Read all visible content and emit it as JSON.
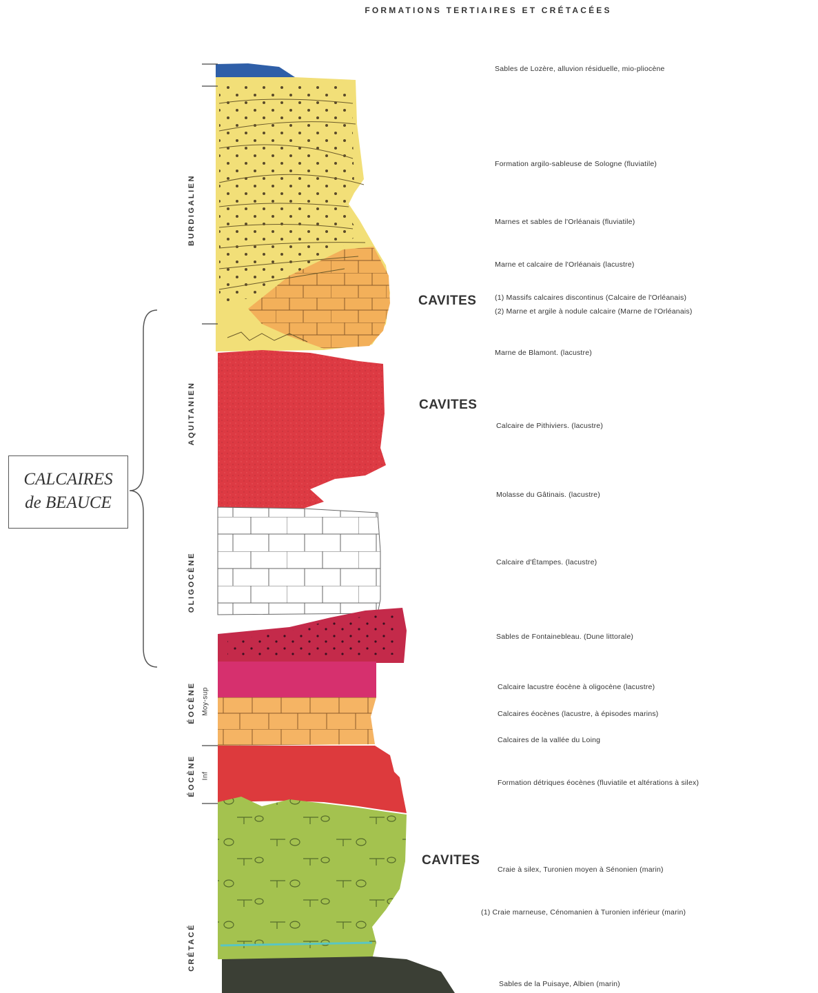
{
  "title": "FORMATIONS TERTIAIRES ET CRÉTACÉES",
  "bracket_label": {
    "line1": "CALCAIRES",
    "line2": "de BEAUCE"
  },
  "stages": {
    "burdigalien": "BURDIGALIEN",
    "aquitanien": "AQUITANIEN",
    "oligocene": "OLIGOCÈNE",
    "eocene_sup": "ÉOCÈNE",
    "eocene_sup_sub": "Moy-sup",
    "eocene_inf": "ÉOCÈNE",
    "eocene_inf_sub": "Inf",
    "cretace": "CRÉTACÉ"
  },
  "cavites": [
    "CAVITES",
    "CAVITES",
    "CAVITES"
  ],
  "labels": {
    "lozere": "Sables de Lozère, alluvion résiduelle, mio-pliocène",
    "sologne": "Formation argilo-sableuse de Sologne (fluviatile)",
    "marnes_sables_orleanais": "Marnes et sables de l'Orléanais (fluviatile)",
    "marne_calcaire_orleanais": "Marne et calcaire de l'Orléanais (lacustre)",
    "massifs": "(1)   Massifs calcaires discontinus (Calcaire de l'Orléanais)",
    "marne_argile": "(2)   Marne et argile à nodule calcaire (Marne de l'Orléanais)",
    "blamont": "Marne de Blamont. (lacustre)",
    "pithiviers": "Calcaire de Pithiviers. (lacustre)",
    "gatinais": "Molasse du Gâtinais. (lacustre)",
    "etampes": "Calcaire d'Étampes. (lacustre)",
    "fontainebleau": "Sables de Fontainebleau. (Dune littorale)",
    "lacustre_eocene": "Calcaire lacustre éocène à oligocène (lacustre)",
    "calcaires_eocenes": "Calcaires éocènes (lacustre, à épisodes marins)",
    "loing": "Calcaires de la vallée du Loing",
    "detritique": "Formation détriques éocènes (fluviatile et altérations à silex)",
    "craie_silex": "Craie à silex, Turonien moyen à Sénonien (marin)",
    "craie_marneuse": "(1) Craie marneuse, Cénomanien à Turonien inférieur (marin)",
    "puisaye": "Sables de la Puisaye, Albien (marin)"
  },
  "colors": {
    "lozere_blue": "#2f5fa8",
    "yellow_sands": "#f2df78",
    "orange_limestone": "#f3b05a",
    "red_pithiviers": "#dd3a43",
    "white_etampes": "#ffffff",
    "crimson_fontainebleau": "#c42a4a",
    "magenta_lacustre": "#d6306e",
    "orange_eocene": "#f5b464",
    "red_detritique": "#dd3a3d",
    "green_craie": "#a4c24f",
    "dark_puisaye": "#3b3f35"
  }
}
